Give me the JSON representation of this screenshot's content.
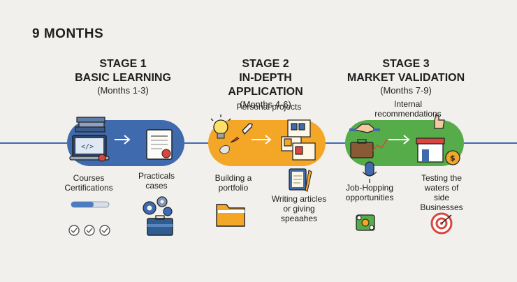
{
  "title": "9 MONTHS",
  "stages": [
    {
      "heading": "STAGE 1",
      "name": "BASIC LEARNING",
      "months": "(Months 1-3)",
      "color": "#3f6bae",
      "labels": {
        "left": "Courses\nCertifications",
        "right": "Practicals\ncases"
      }
    },
    {
      "heading": "STAGE 2",
      "name": "IN-DEPTH APPLICATION",
      "months": "(Months 4-6)",
      "color": "#f4a627",
      "labels": {
        "top": "Personal projects",
        "left": "Building a\nportfolio",
        "right": "Writing articles\nor giving\nspeaahes"
      }
    },
    {
      "heading": "STAGE 3",
      "name": "MARKET VALIDATION",
      "months": "(Months 7-9)",
      "color": "#55ac48",
      "labels": {
        "top": "Internal\nrecommendations",
        "left": "Job-Hopping\nopportunities",
        "right": "Testing the\nwaters of\nside\nBusinesses"
      }
    }
  ],
  "icons": {
    "s1_left": "laptop-books-icon",
    "s1_right": "certificate-icon",
    "s1_progress": "progress-bar-icon",
    "s1_checks": "checkmarks-icon",
    "s1_bottom": "gears-toolbox-icon",
    "s2_bulb": "lightbulb-icon",
    "s2_rocket": "rocket-icon",
    "s2_right": "portfolio-cards-icon",
    "s2_notebook": "notebook-pen-icon",
    "s2_folder": "folder-icon",
    "s3_handshake": "handshake-icon",
    "s3_briefcase": "briefcase-growth-icon",
    "s3_shop": "shop-icon",
    "s3_thumb": "thumbs-up-icon",
    "s3_coin": "dollar-coin-icon",
    "s3_mic": "microphone-icon",
    "s3_network": "network-icon",
    "s3_target": "target-icon"
  }
}
